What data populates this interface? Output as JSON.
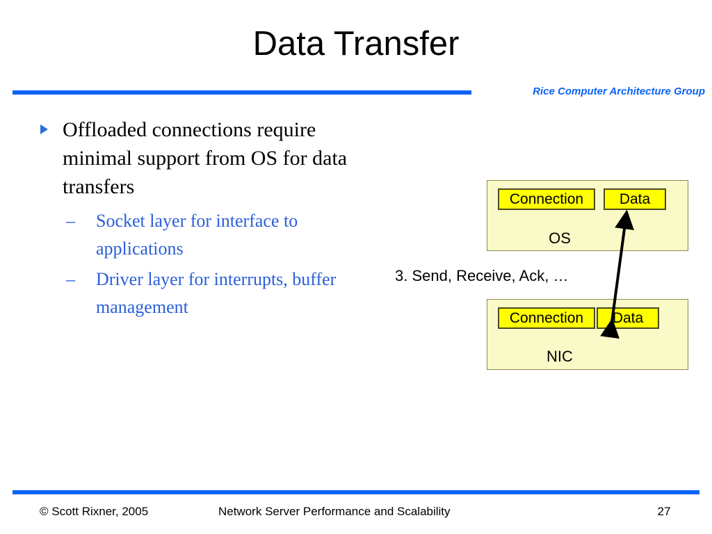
{
  "slide": {
    "title": "Data Transfer",
    "header": {
      "group_name": "Rice Computer Architecture Group",
      "rule_color": "#0B63F6"
    },
    "body": {
      "bullets": [
        {
          "marker": "triangle-bullet",
          "text": "Offloaded connections require minimal support from OS for data transfers",
          "color": "#000000",
          "sub_bullets": [
            {
              "marker": "–",
              "text": "Socket layer for interface to applications",
              "color": "#2B5FD9"
            },
            {
              "marker": "–",
              "text": "Driver layer for interrupts, buffer management",
              "color": "#2B5FD9"
            }
          ]
        }
      ]
    },
    "diagram": {
      "arrow_label": "3. Send, Receive, Ack, …",
      "arrow_type": "double-headed-arrow",
      "box_fill": "#FAFAC8",
      "chip_fill": "#FFFF00",
      "layers": [
        {
          "name": "OS",
          "label": "OS",
          "chips": [
            {
              "label": "Connection"
            },
            {
              "label": "Data"
            }
          ]
        },
        {
          "name": "NIC",
          "label": "NIC",
          "chips": [
            {
              "label": "Connection"
            },
            {
              "label": "Data"
            }
          ]
        }
      ]
    },
    "footer": {
      "copyright": "© Scott Rixner, 2005",
      "center": "Network Server Performance and Scalability",
      "page_number": "27",
      "rule_color": "#0B63F6"
    }
  }
}
